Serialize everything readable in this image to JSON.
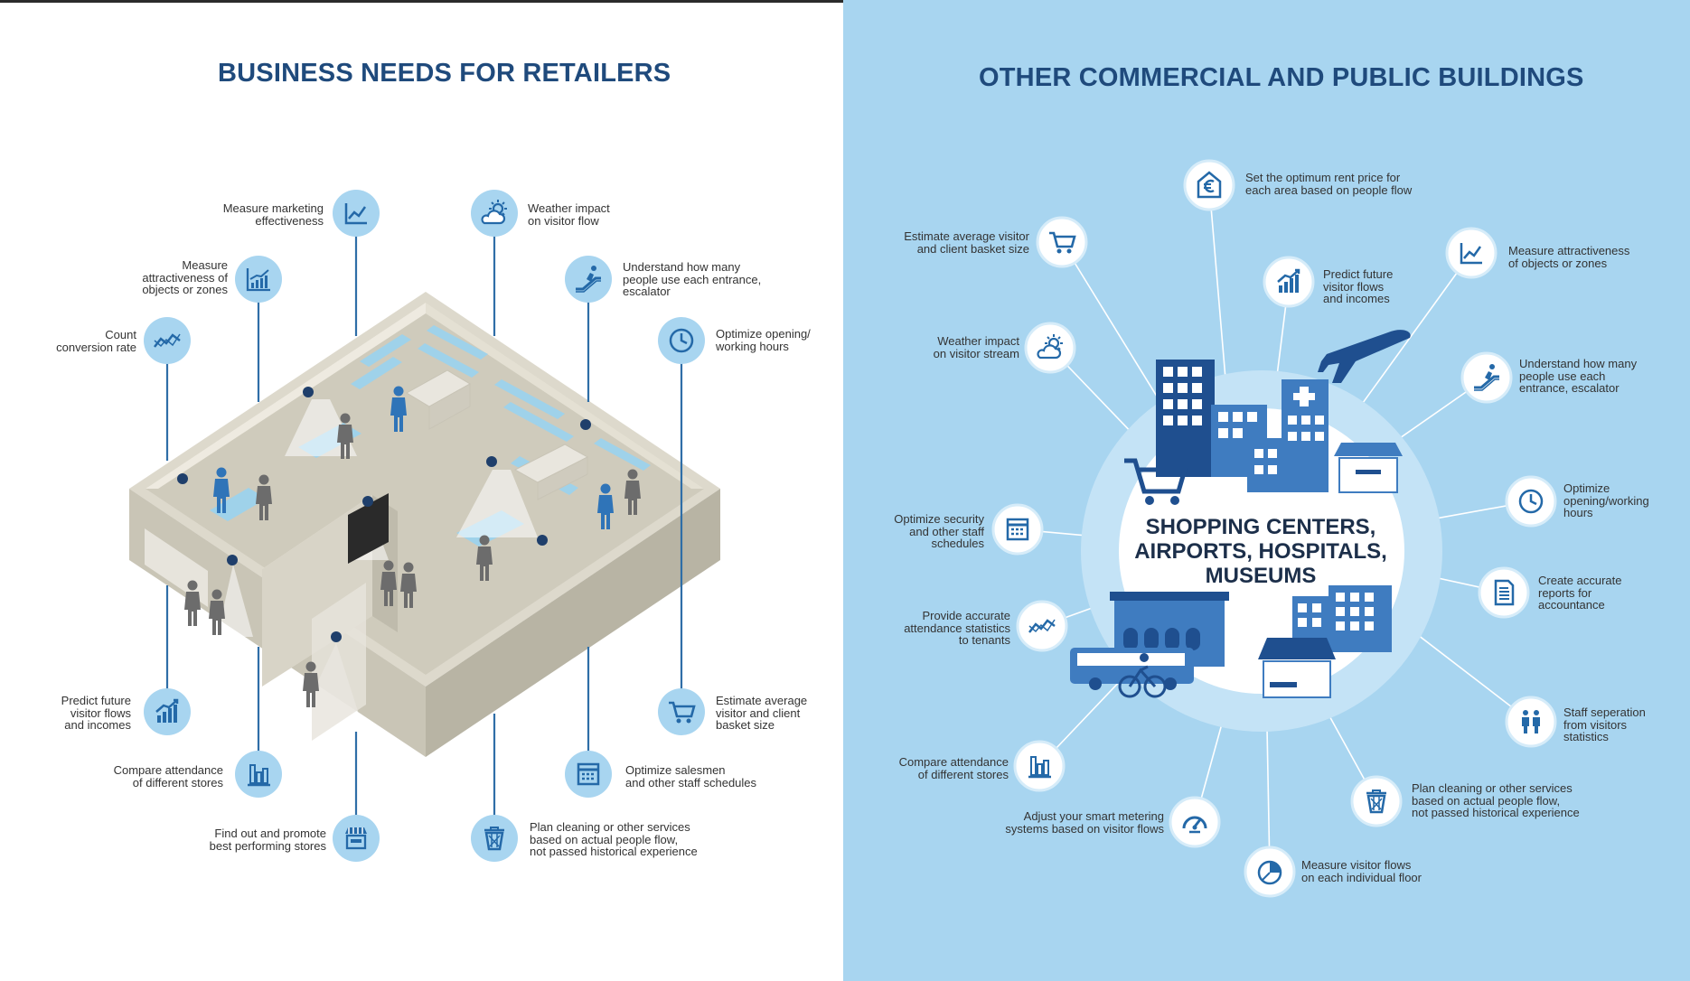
{
  "left": {
    "title": "BUSINESS NEEDS FOR RETAILERS",
    "labels": {
      "marketing": "Measure marketing\neffectiveness",
      "weather": "Weather impact\non visitor flow",
      "attractiveness": "Measure\nattractiveness of\nobjects or zones",
      "entrance": "Understand how many\npeople use each entrance,\nescalator",
      "conversion": "Count\nconversion rate",
      "opening": "Optimize opening/\nworking hours",
      "predict": "Predict future\nvisitor flows\nand incomes",
      "basket": "Estimate average\nvisitor and client\nbasket size",
      "compare": "Compare attendance\nof different stores",
      "salesmen": "Optimize salesmen\nand other staff schedules",
      "promote": "Find out and promote\nbest performing stores",
      "cleaning": "Plan cleaning or other services\nbased on actual people flow,\nnot passed historical experience"
    }
  },
  "right": {
    "title": "OTHER COMMERCIAL AND PUBLIC BUILDINGS",
    "center": "SHOPPING CENTERS,\nAIRPORTS, HOSPITALS,\nMUSEUMS",
    "labels": {
      "rent": "Set the optimum rent price for\neach area based on people flow",
      "basket": "Estimate average visitor\nand client basket size",
      "predict": "Predict future\nvisitor flows\nand incomes",
      "attractiveness": "Measure attractiveness\nof objects or zones",
      "weather": "Weather impact\non visitor stream",
      "entrance": "Understand how many\npeople use each\nentrance, escalator",
      "opening": "Optimize\nopening/working\nhours",
      "security": "Optimize security\nand other staff\nschedules",
      "reports": "Create accurate\nreports for\naccountance",
      "attendance": "Provide accurate\nattendance statistics\nto tenants",
      "staff": "Staff seperation\nfrom visitors\nstatistics",
      "compare": "Compare attendance\nof different stores",
      "cleaning": "Plan cleaning or other services\nbased on actual people flow,\nnot passed historical experience",
      "metering": "Adjust your smart metering\nsystems based on visitor flows",
      "floor": "Measure visitor flows\non each individual floor"
    }
  },
  "icons": {
    "left": [
      "chart-icon",
      "weather-icon",
      "growth-chart-icon",
      "escalator-icon",
      "trend-icon",
      "clock-icon",
      "bar-growth-icon",
      "cart-icon",
      "store-bars-icon",
      "schedule-icon",
      "store-icon",
      "trash-icon"
    ],
    "right": [
      "euro-house-icon",
      "cart-icon",
      "bar-growth-icon",
      "chart-icon",
      "weather-icon",
      "escalator-icon",
      "clock-icon",
      "schedule-icon",
      "report-icon",
      "trend-icon",
      "people-icon",
      "store-bars-icon",
      "trash-icon",
      "gauge-icon",
      "pie-icon"
    ]
  },
  "colors": {
    "title": "#1f4a7c",
    "right_background": "#a8d5f0",
    "icon_circle_left": "#a8d5f0",
    "icon_glyph": "#2469a8",
    "connector_left": "#2f6ea7",
    "building_dark": "#1f4f8f",
    "floor": "#cfcbbd"
  }
}
